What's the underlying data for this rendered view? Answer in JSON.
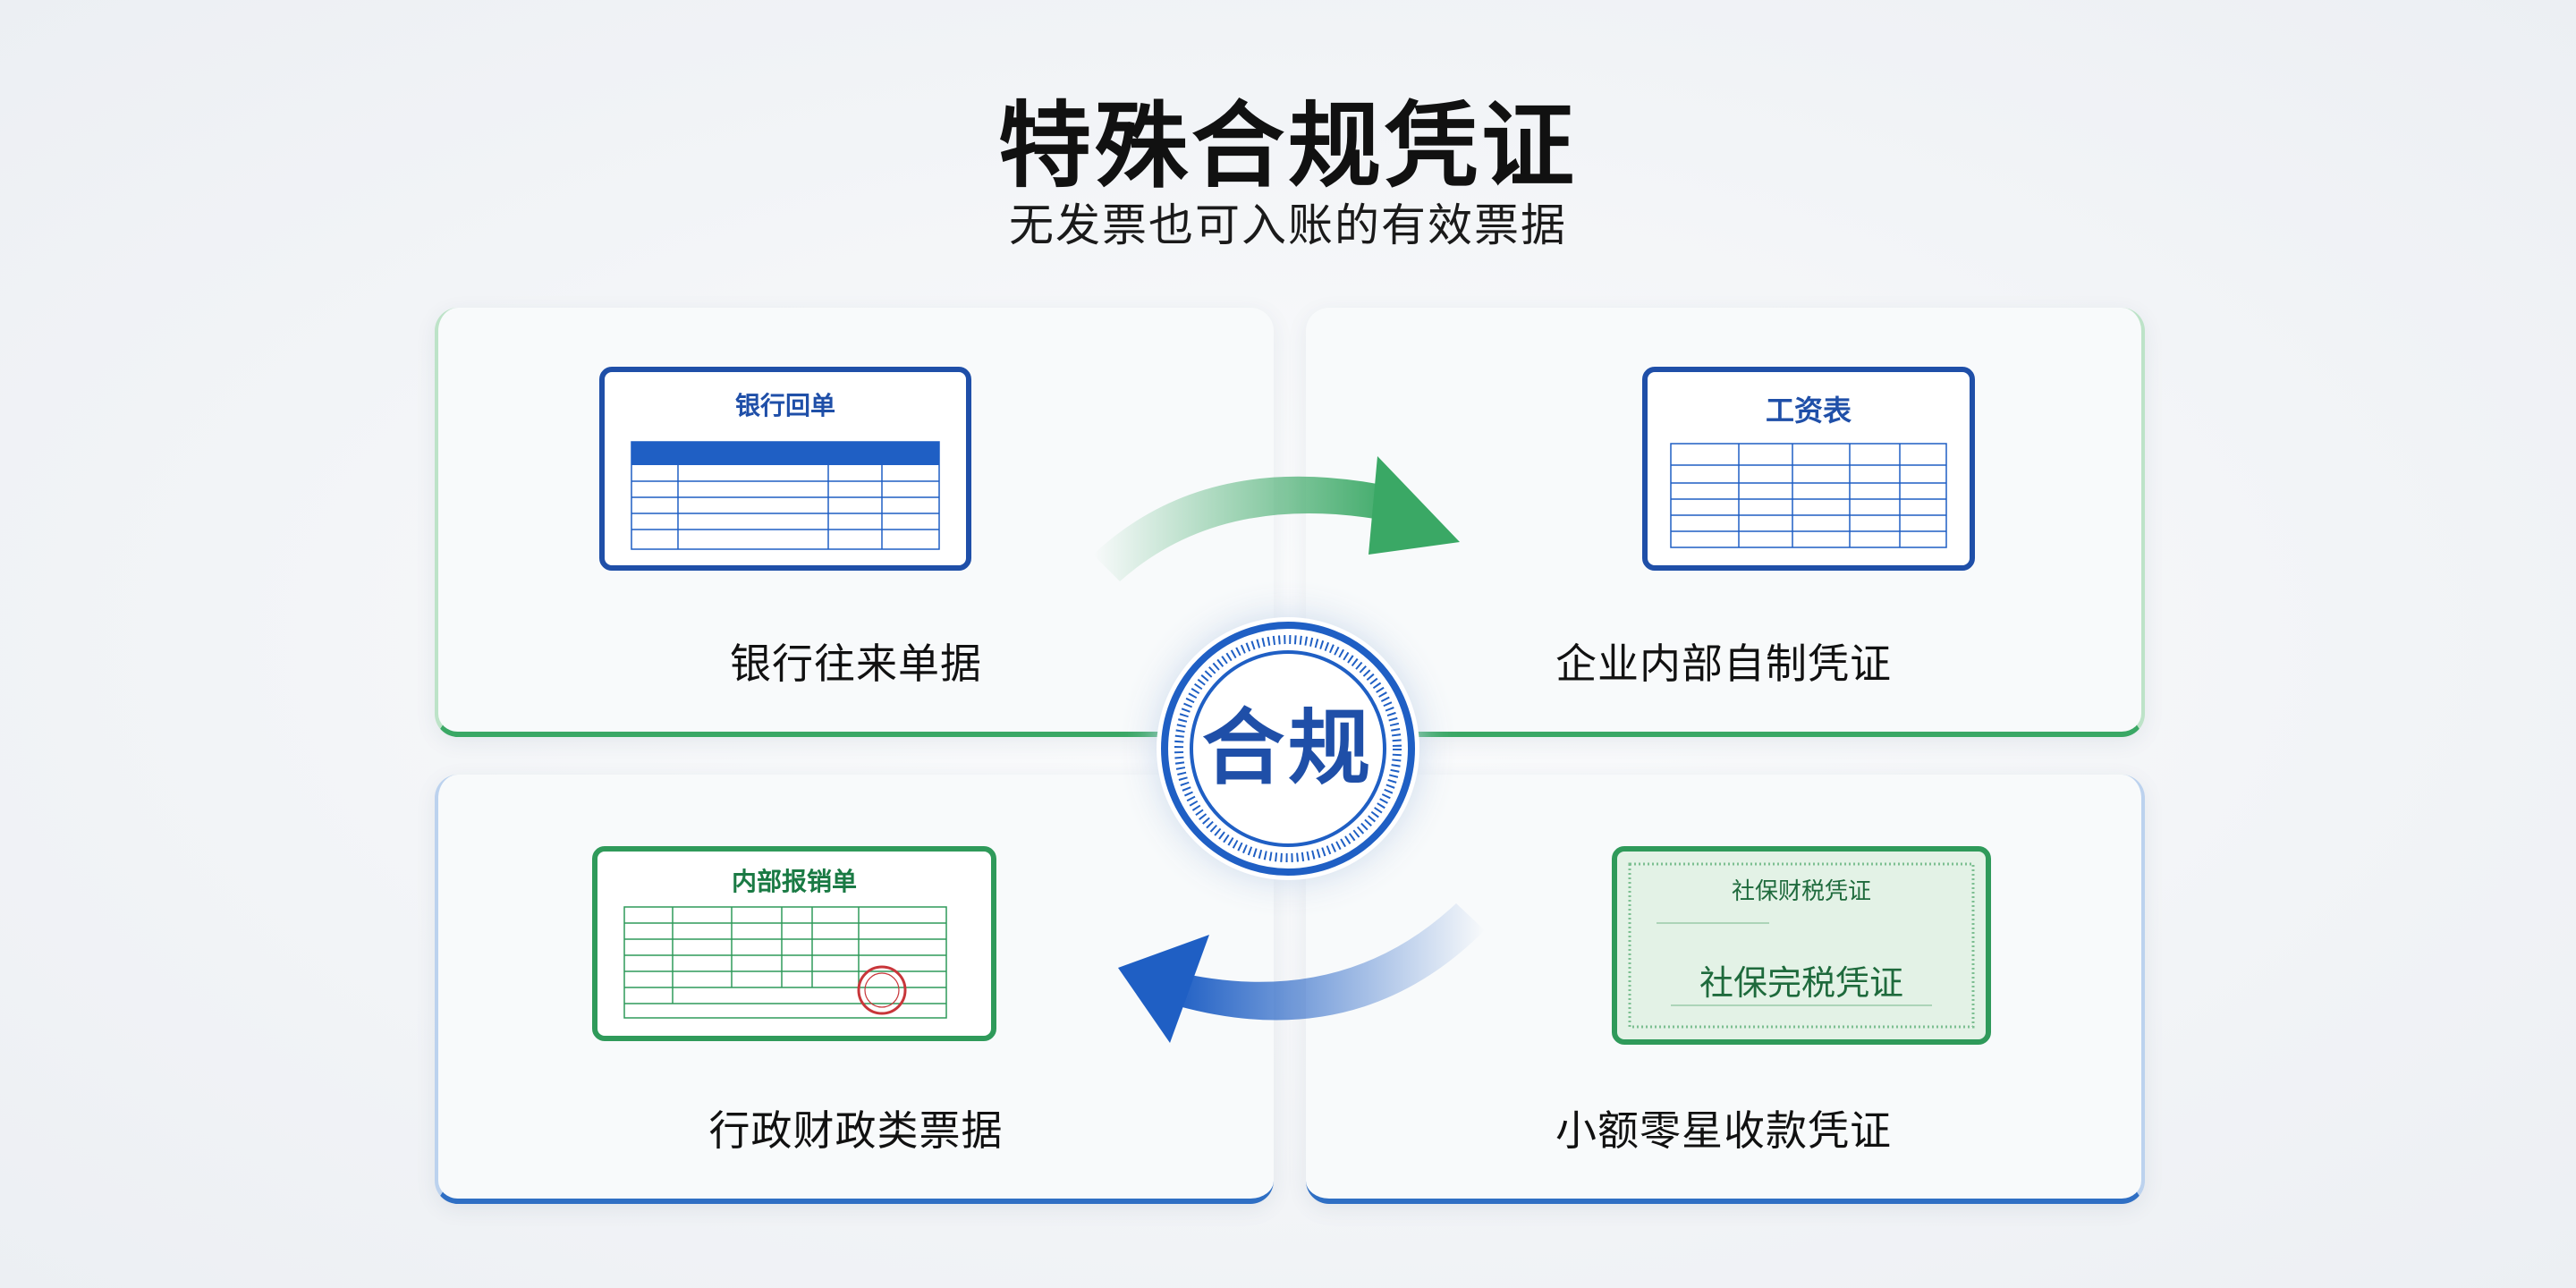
{
  "header": {
    "title": "特殊合规凭证",
    "subtitle": "无发票也可入账的有效票据"
  },
  "center": {
    "seal_text": "合规"
  },
  "cards": [
    {
      "label": "银行往来单据",
      "doc_title": "银行回单"
    },
    {
      "label": "企业内部自制凭证",
      "doc_title": "工资表"
    },
    {
      "label": "行政财政类票据",
      "doc_title": "内部报销单"
    },
    {
      "label": "小额零星收款凭证",
      "doc_title": "社保财税凭证",
      "doc_body": "社保完税凭证"
    }
  ],
  "colors": {
    "green": "#3aa865",
    "blue": "#1f5fc4",
    "navy": "#1f4fa8"
  }
}
